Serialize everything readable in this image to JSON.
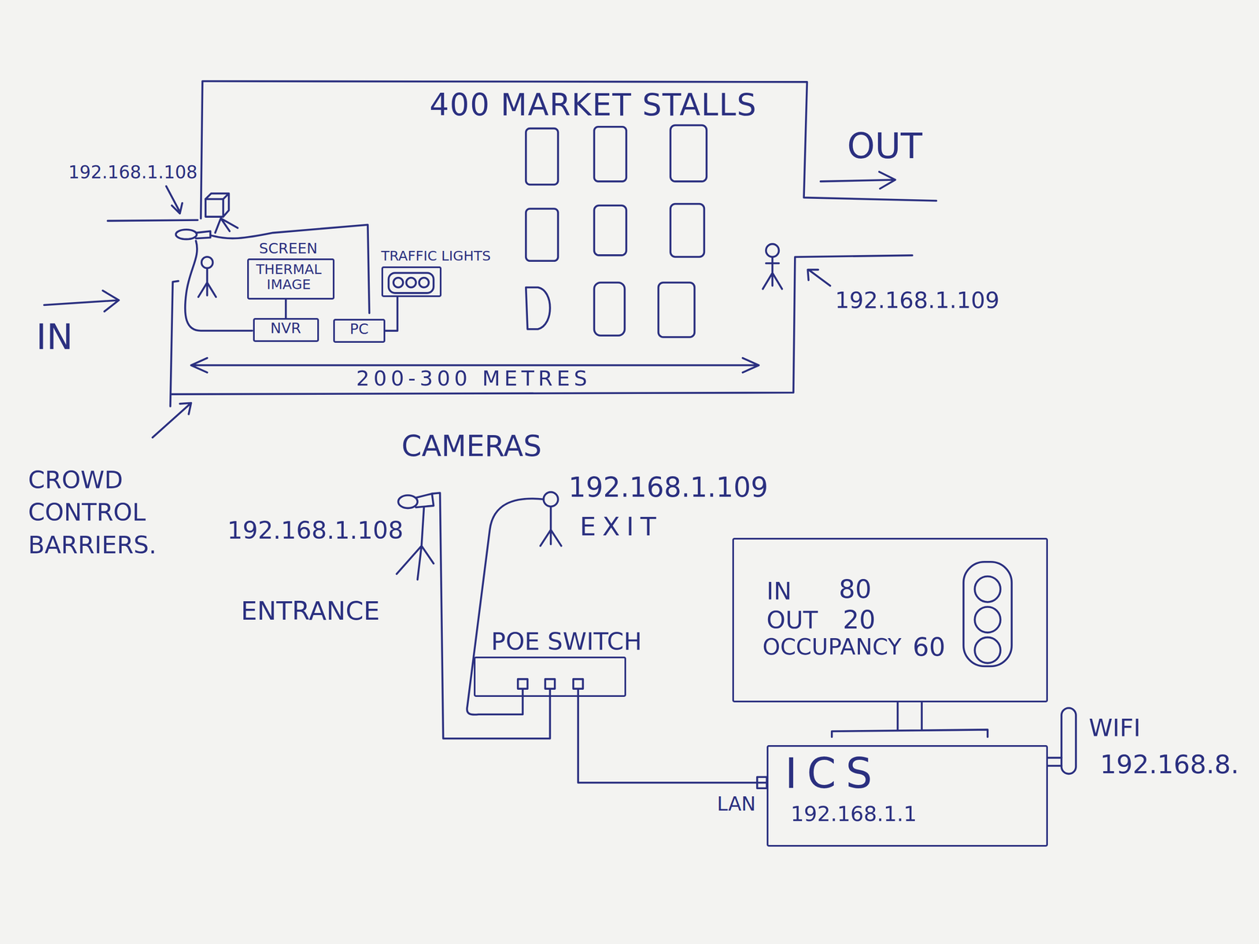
{
  "diagram": {
    "nodes": [
      {
        "text": [
          "400 MARKET STALLS"
        ]
      },
      {
        "text": [
          "SCREEN",
          "THERMAL IMAGE"
        ],
        "in": 0
      },
      {
        "text": [
          "NVR"
        ],
        "in": 0
      },
      {
        "text": [
          "PC"
        ],
        "in": 0
      },
      {
        "text": [
          "TRAFFIC LIGHTS"
        ],
        "in": 0
      },
      {
        "text": [
          "POE SWITCH"
        ]
      },
      {
        "text": [
          "IN",
          "80",
          "OUT",
          "20",
          "OCCUPANCY",
          "60"
        ]
      },
      {
        "text": [
          "ICS",
          "192.168.1.1"
        ]
      }
    ],
    "edges": [
      {
        "from": 1,
        "to": 2,
        "arrow": "none"
      },
      {
        "from": 3,
        "to": 4,
        "arrow": "none"
      },
      {
        "from": 5,
        "to": 7,
        "arrow": "none"
      }
    ],
    "labels": [
      "OUT",
      "192.168.1.108",
      "192.168.1.109",
      "IN",
      "200-300 METRES",
      "CROWD CONTROL BARRIERS.",
      "CAMERAS",
      "192.168.1.109",
      "EXIT",
      "192.168.1.108",
      "ENTRANCE",
      "WIFI",
      "192.168.8.",
      "LAN"
    ]
  }
}
